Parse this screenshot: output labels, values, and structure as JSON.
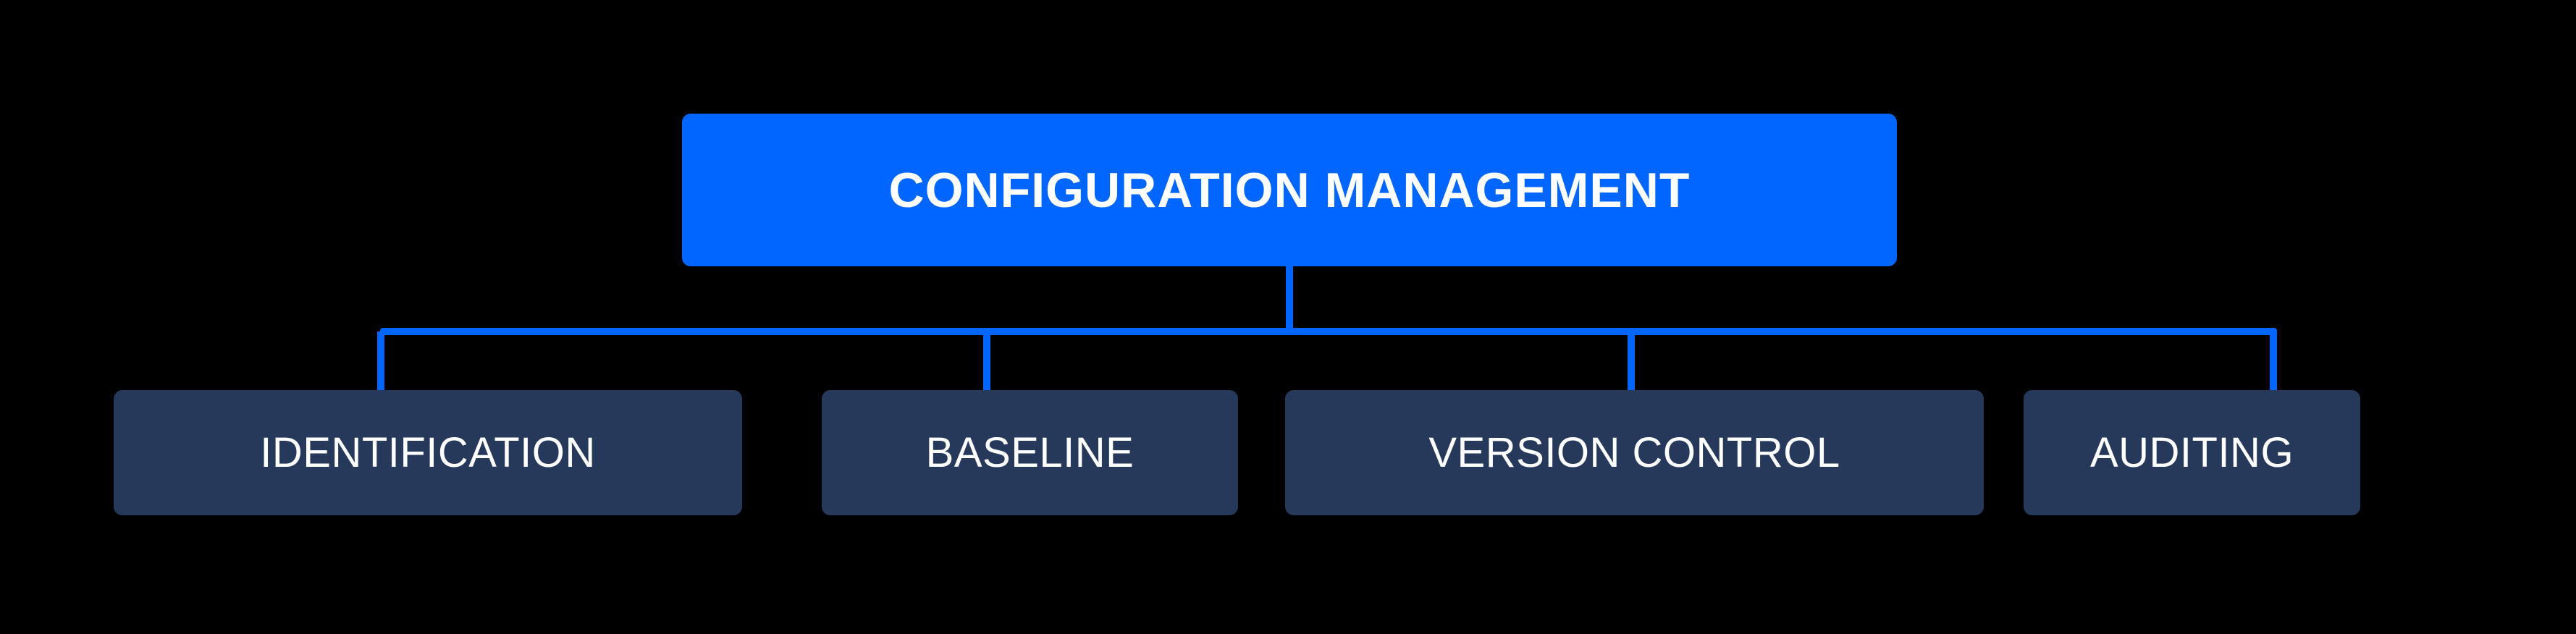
{
  "diagram": {
    "type": "org-tree",
    "background_color": "#000000",
    "root": {
      "label": "CONFIGURATION MANAGEMENT",
      "fill_color": "#0066ff",
      "text_color": "#ffffff"
    },
    "children": [
      {
        "label": "IDENTIFICATION",
        "fill_color": "#27395b",
        "text_color": "#ffffff"
      },
      {
        "label": "BASELINE",
        "fill_color": "#27395b",
        "text_color": "#ffffff"
      },
      {
        "label": "VERSION CONTROL",
        "fill_color": "#27395b",
        "text_color": "#ffffff"
      },
      {
        "label": "AUDITING",
        "fill_color": "#27395b",
        "text_color": "#ffffff"
      }
    ],
    "connector_color": "#0066ff"
  }
}
